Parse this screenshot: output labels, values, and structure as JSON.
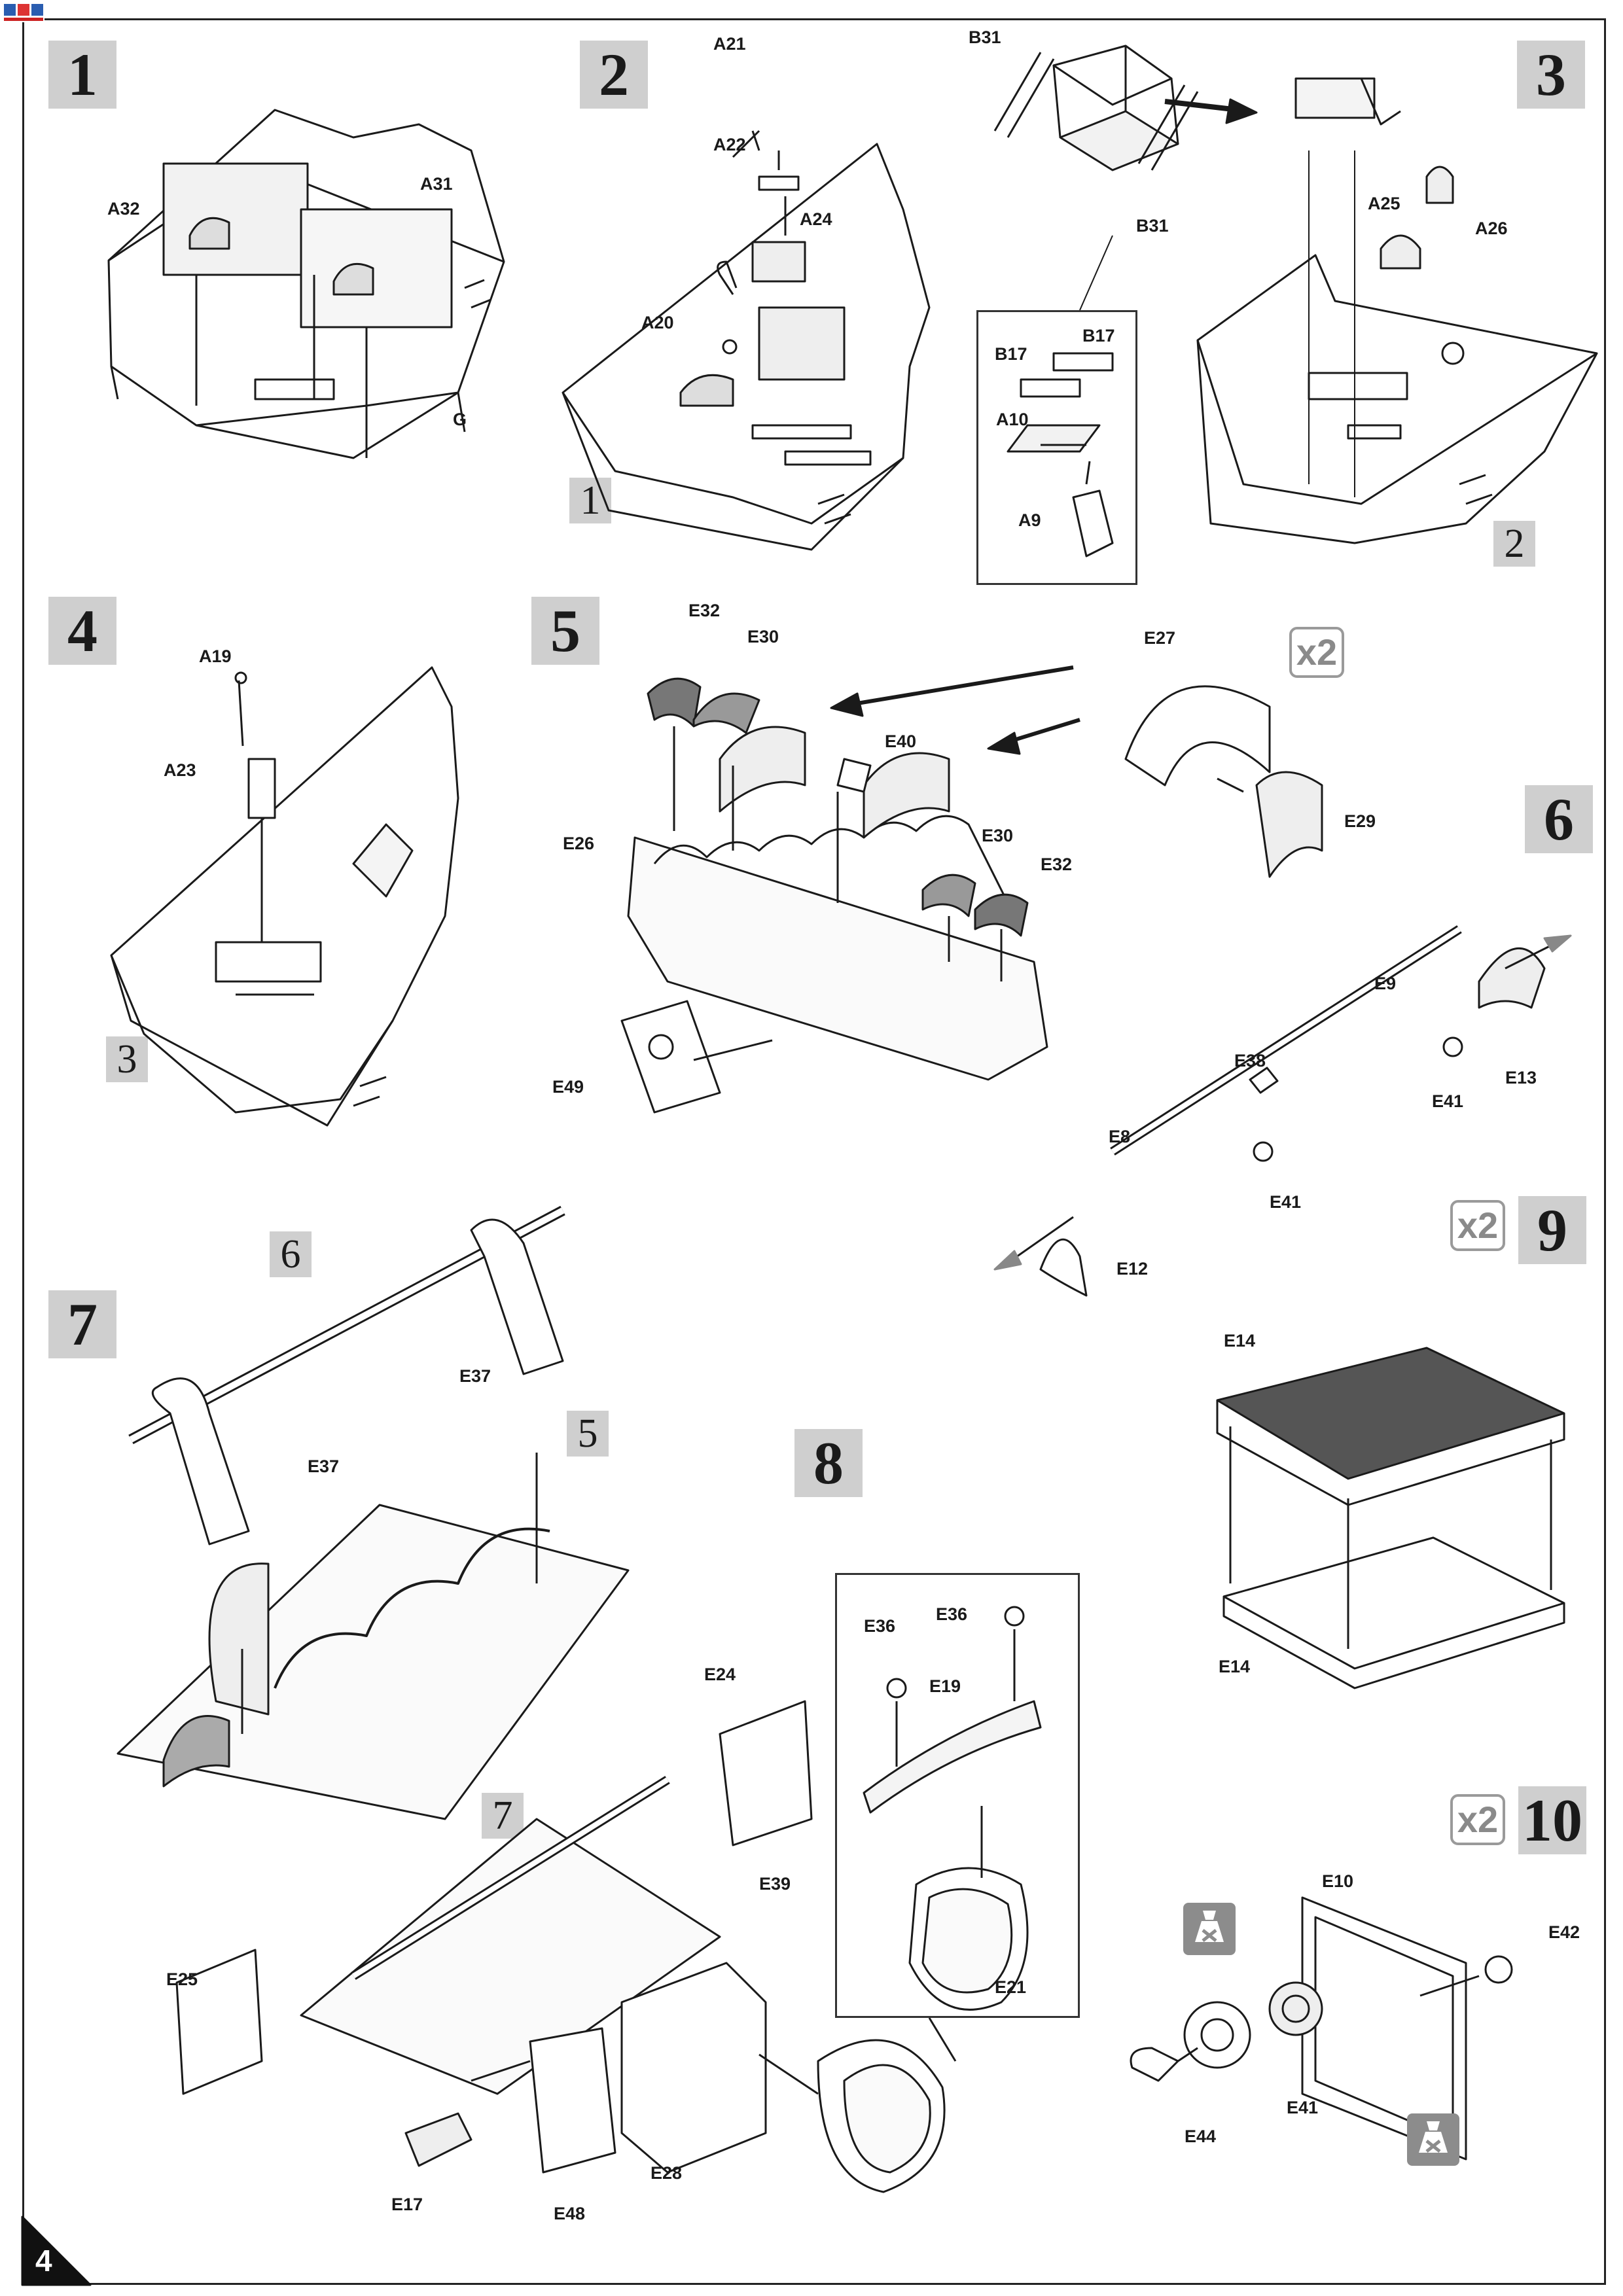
{
  "page_number": "4",
  "steps": [
    {
      "number": "1"
    },
    {
      "number": "2"
    },
    {
      "number": "3"
    },
    {
      "number": "4"
    },
    {
      "number": "5"
    },
    {
      "number": "6"
    },
    {
      "number": "7"
    },
    {
      "number": "8"
    },
    {
      "number": "9"
    },
    {
      "number": "10"
    }
  ],
  "multiplier": "x2",
  "subassembly_refs": [
    "1",
    "2",
    "3",
    "6",
    "5",
    "7"
  ],
  "labels": {
    "step1": [
      "A32",
      "A31",
      "G"
    ],
    "step2": [
      "A21",
      "A22",
      "A24",
      "A20"
    ],
    "step2_top": [
      "B31",
      "B31"
    ],
    "step2_inset": [
      "B17",
      "B17",
      "A10",
      "A9"
    ],
    "step3": [
      "A25",
      "A26"
    ],
    "step4": [
      "A19",
      "A23"
    ],
    "step5": [
      "E32",
      "E30",
      "E40",
      "E26",
      "E30",
      "E32",
      "E49"
    ],
    "step5b": [
      "E27",
      "E29"
    ],
    "step6": [
      "E9",
      "E38",
      "E41",
      "E13",
      "E8",
      "E41",
      "E12"
    ],
    "step7": [
      "E37",
      "E37"
    ],
    "step8": [
      "E24",
      "E39",
      "E25",
      "E28",
      "E17",
      "E48"
    ],
    "step8_inset": [
      "E36",
      "E36",
      "E19",
      "E21"
    ],
    "step9": [
      "E14",
      "E14"
    ],
    "step10": [
      "E10",
      "E42",
      "E41",
      "E44"
    ]
  },
  "colors": {
    "step_box": "#cfcfcf",
    "line": "#1a1a1a",
    "x2_badge": "#9a9a9a",
    "warn": "#8c8c8c"
  },
  "icons": [
    "do-not-glue-icon"
  ]
}
